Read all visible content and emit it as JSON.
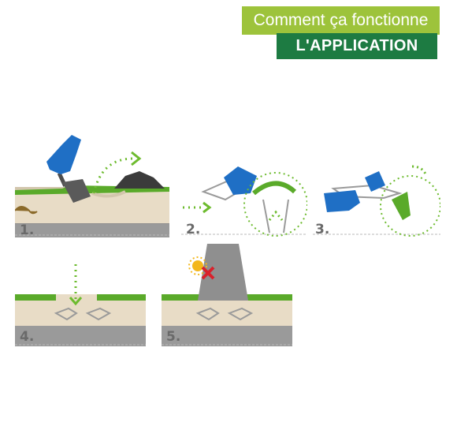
{
  "header": {
    "subtitle": "Comment ça fonctionne",
    "title": "L'APPLICATION"
  },
  "colors": {
    "light_green": "#9dc33b",
    "dark_green": "#1d7b42",
    "grass": "#5aaa2a",
    "soil": "#e8dcc6",
    "stone": "#8f8f8f",
    "blue_glove": "#1f6fc5",
    "arrow_green": "#6dbb2e",
    "red_cross": "#d9212b",
    "sun": "#f3b71c"
  },
  "steps": [
    {
      "number": "1."
    },
    {
      "number": "2."
    },
    {
      "number": "3."
    },
    {
      "number": "4."
    },
    {
      "number": "5."
    }
  ],
  "icons": [
    "glove-icon",
    "shovel-icon",
    "mole-icon",
    "dirt-mound-icon",
    "trap-icon",
    "sun-icon",
    "cross-icon",
    "dotted-arrow-icon"
  ]
}
